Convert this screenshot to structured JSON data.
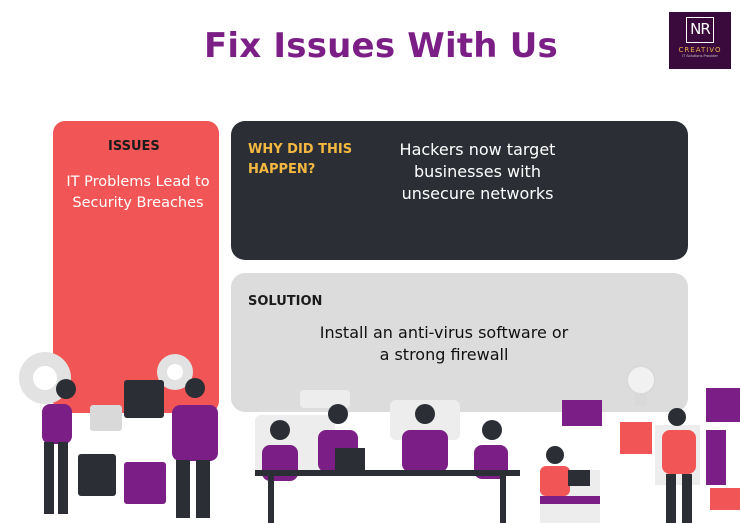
{
  "title": "Fix Issues With Us",
  "logo": {
    "mark": "NR",
    "brand": "CREATIVO",
    "tagline": "IT Solutions Provider"
  },
  "issues": {
    "heading": "ISSUES",
    "text": "IT  Problems Lead to\nSecurity Breaches"
  },
  "why": {
    "heading": "WHY DID THIS\nHAPPEN?",
    "text": "Hackers now target\nbusinesses with\nunsecure networks"
  },
  "solution": {
    "heading": "SOLUTION",
    "text": "Install an anti-virus software or\na strong firewall"
  },
  "colors": {
    "title": "#7b1f86",
    "issues_card": "#f25555",
    "why_card": "#2b2f35",
    "why_heading": "#f4b841",
    "solution_card": "#dcdcdc",
    "accent_purple": "#7b1f86"
  }
}
